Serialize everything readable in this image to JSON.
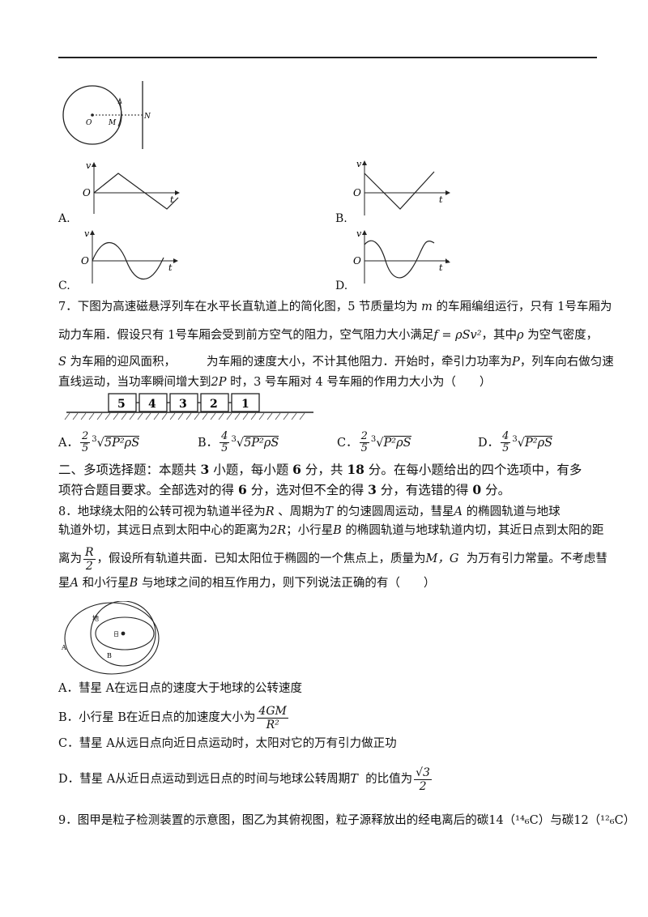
{
  "figure_circle": {
    "o": "O",
    "m": "M",
    "n": "N"
  },
  "graphs": {
    "axis_v": "v",
    "axis_o": "O",
    "axis_t": "t",
    "labels": [
      "A.",
      "B.",
      "C.",
      "D."
    ]
  },
  "q7": {
    "line1": "7．下图为高速磁悬浮列车在水平长直轨道上的简化图，5 节质量均为",
    "m": "m",
    "line1b": "的车厢编组运行，只有 1号车厢为",
    "line2": "动力车厢．假设只有 1号车厢会受到前方空气的阻力，空气阻力大小满足",
    "formula_f": "f = ρSv²",
    "line2b": "，其中",
    "rho": "ρ",
    "line2c": "为空气密度，",
    "line3a": "S",
    "line3b": "为车厢的迎风面积，",
    "line3c": "为车厢的速度大小，不计其他阻力．开始时，牵引力功率为",
    "p": "P",
    "line3d": "，列车向右做匀速",
    "line4a": "直线运动，当功率瞬间增大到",
    "twop": "2P",
    "line4b": "时，3 号车厢对 4 号车厢的作用力大小为（　　）",
    "cars": [
      "5",
      "4",
      "3",
      "2",
      "1"
    ],
    "options": [
      {
        "label": "A．",
        "num": "2",
        "den": "5",
        "rad": "5P²ρS"
      },
      {
        "label": "B．",
        "num": "4",
        "den": "5",
        "rad": "5P²ρS"
      },
      {
        "label": "C．",
        "num": "2",
        "den": "5",
        "rad": "P²ρS"
      },
      {
        "label": "D．",
        "num": "4",
        "den": "5",
        "rad": "P²ρS"
      }
    ]
  },
  "section2": {
    "line1a": "二、多项选择题：本题共",
    "n3": "3",
    "line1b": "小题，每小题",
    "n6": "6",
    "line1c": "分，共",
    "n18": "18",
    "line1d": "分。在每小题给出的四个选项中，有多",
    "line2a": "项符合题目要求。全部选对的得",
    "n6b": "6",
    "line2b": "分，选对但不全的得",
    "n3b": "3",
    "line2c": "分，有选错的得",
    "n0": "0",
    "line2d": "分。"
  },
  "q8": {
    "line1a": "8．地球绕太阳的公转可视为轨道半径为",
    "r": "R",
    "line1b": "、周期为",
    "t": "T",
    "line1c": "的匀速圆周运动，彗星",
    "a": "A",
    "line1d": "的椭圆轨道与地球",
    "line2a": "轨道外切，其远日点到太阳中心的距离为",
    "twor": "2R",
    "line2b": "；小行星",
    "b": "B",
    "line2c": "的椭圆轨道与地球轨道内切，其近日点到太阳的距",
    "line3a": "离为",
    "frac_num": "R",
    "frac_den": "2",
    "line3b": "，假设所有轨道共面．已知太阳位于椭圆的一个焦点上，质量为",
    "mg": "M，G",
    "line3c": "为万有引力常量。不考虑彗",
    "line4a": "星",
    "line4b": "和小行星",
    "line4c": "与地球之间的相互作用力，则下列说法正确的有（　　）",
    "fig_earth": "地",
    "fig_sun": "日",
    "fig_a": "A",
    "fig_b": "B",
    "optA": "A．彗星 A在远日点的速度大于地球的公转速度",
    "optB": "B．小行星 B在近日点的加速度大小为",
    "optB_num": "4GM",
    "optB_den": "R²",
    "optC": "C．彗星 A从远日点向近日点运动时，太阳对它的万有引力做正功",
    "optD": "D．彗星 A从近日点运动到远日点的时间与地球公转周期",
    "optD_t": "T",
    "optD_b": "的比值为",
    "optD_num": "√3",
    "optD_den": "2"
  },
  "q9": {
    "line1": "9．图甲是粒子检测装置的示意图，图乙为其俯视图，粒子源释放出的经电离后的碳",
    "c14": "14（¹⁴₆C）",
    "mid": "与碳",
    "c12": "12（¹²₆C）"
  }
}
